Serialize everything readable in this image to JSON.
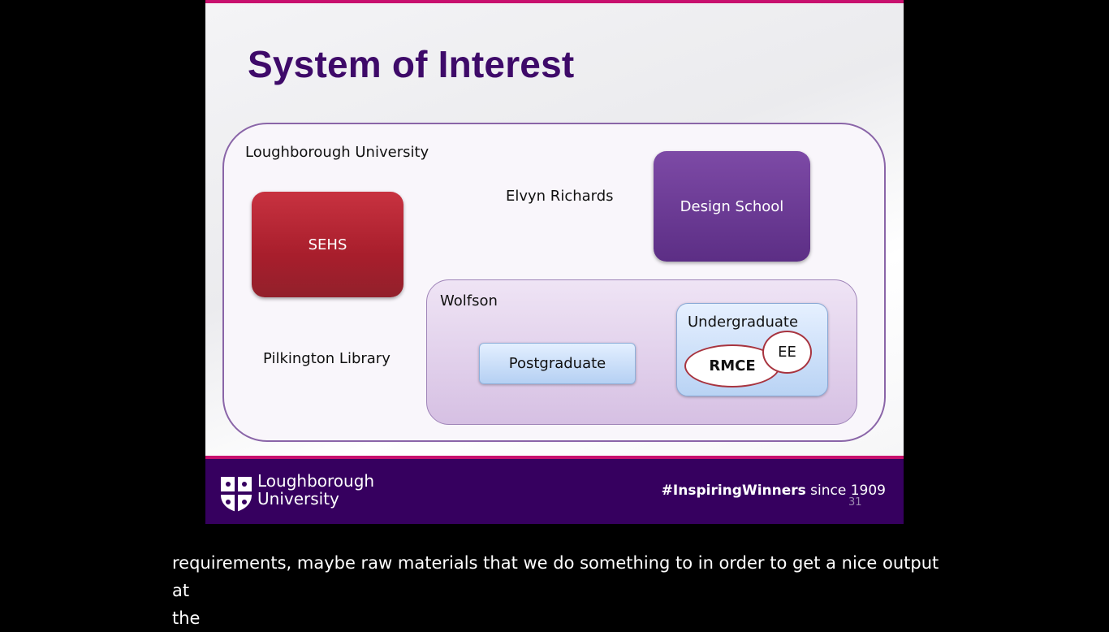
{
  "slide": {
    "title": "System of Interest",
    "outer_label": "Loughborough University",
    "sehs": "SEHS",
    "elvyn": "Elvyn Richards",
    "design_school": "Design School",
    "pilkington": "Pilkington Library",
    "wolfson": "Wolfson",
    "postgraduate": "Postgraduate",
    "undergraduate": "Undergraduate",
    "rmce": "RMCE",
    "ee": "EE",
    "footer": {
      "university_line1": "Loughborough",
      "university_line2": "University",
      "hashtag": "#InspiringWinners",
      "since": "since 1909",
      "page_number": "31"
    }
  },
  "caption": {
    "line1": "requirements, maybe raw materials that we do something to in order to get a nice output at",
    "line2": "the"
  },
  "colors": {
    "title": "#3e0a69",
    "accent_magenta": "#c8106e",
    "footer_purple": "#36005f",
    "sehs_red": "#b1232f",
    "design_purple": "#6a3a95"
  }
}
